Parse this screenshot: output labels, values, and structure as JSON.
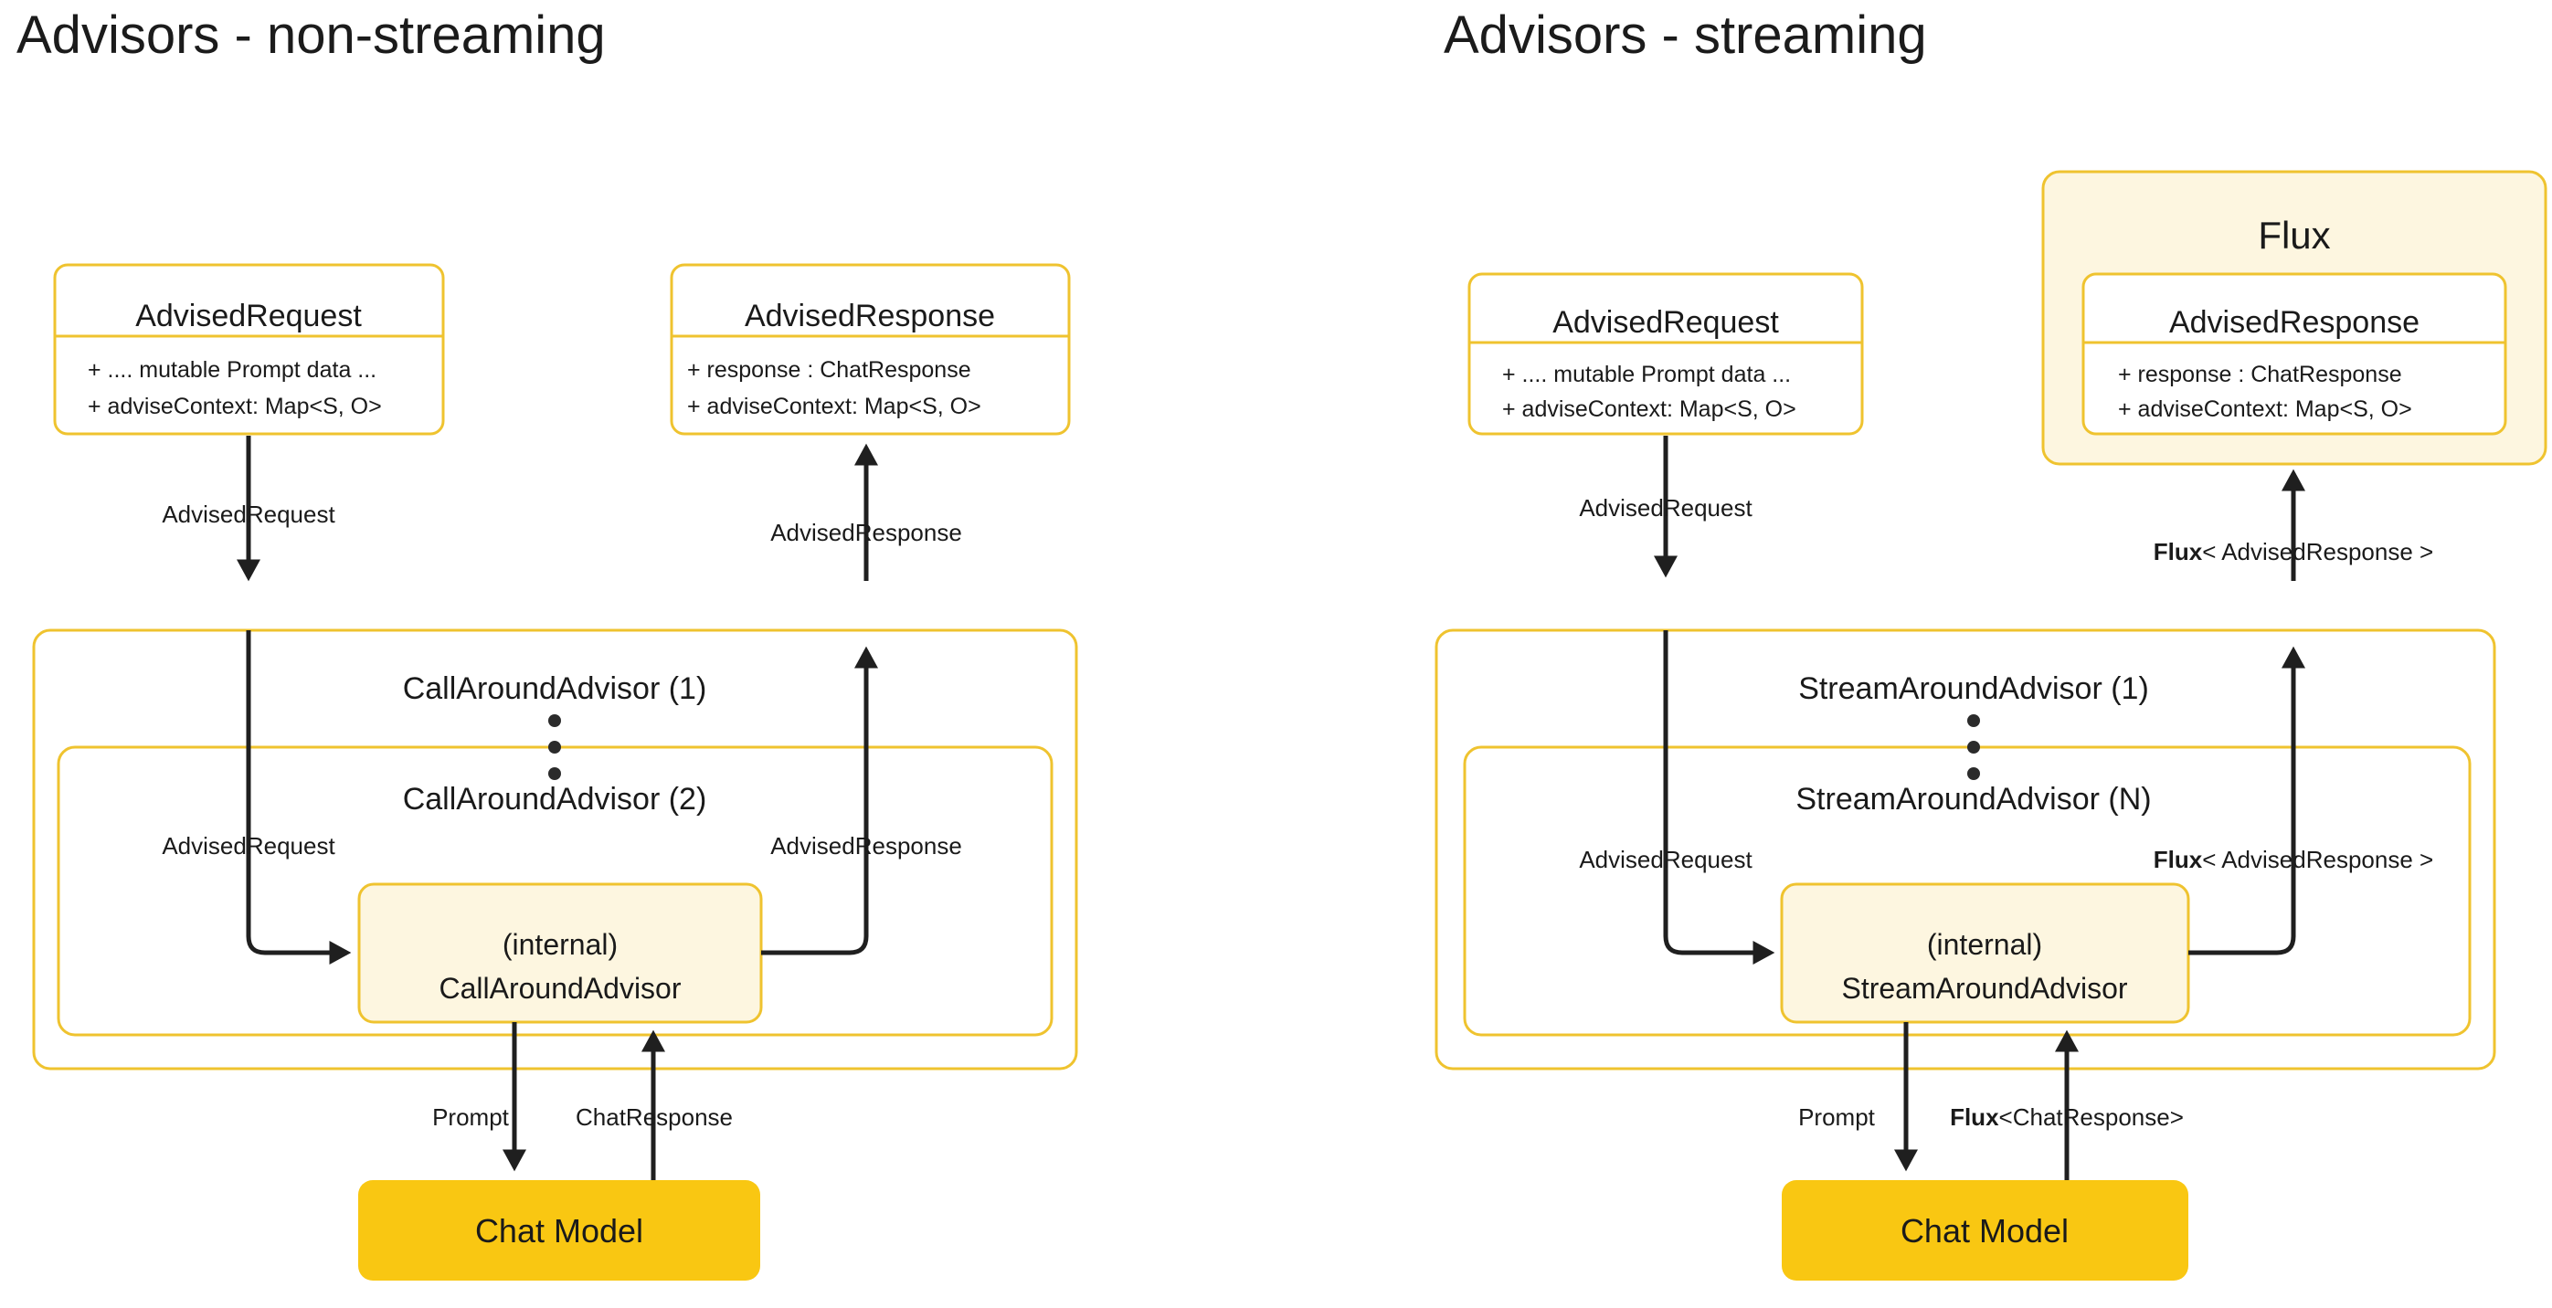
{
  "panels": [
    {
      "id": "non-streaming",
      "title": "Advisors - non-streaming",
      "request_box": {
        "title": "AdvisedRequest",
        "attrs": [
          "+ .... mutable Prompt data ...",
          "+ adviseContext: Map<S, O>"
        ]
      },
      "response_box": {
        "title": "AdvisedResponse",
        "attrs": [
          "+ response : ChatResponse",
          "+ adviseContext: Map<S, O>"
        ]
      },
      "wrapper_title": null,
      "advisor_outer_label": "CallAroundAdvisor (1)",
      "advisor_inner_label": "CallAroundAdvisor (2)",
      "internal_box": {
        "line1": "(internal)",
        "line2": "CallAroundAdvisor"
      },
      "model_box_label": "Chat Model",
      "edges": {
        "top_request": "AdvisedRequest",
        "top_response": "AdvisedResponse",
        "inner_request": "AdvisedRequest",
        "inner_response": "AdvisedResponse",
        "model_in": "Prompt",
        "model_out": "ChatResponse",
        "model_out_prefix": null,
        "top_response_prefix": null,
        "inner_response_prefix": null
      }
    },
    {
      "id": "streaming",
      "title": "Advisors - streaming",
      "request_box": {
        "title": "AdvisedRequest",
        "attrs": [
          "+ .... mutable Prompt data ...",
          "+ adviseContext: Map<S, O>"
        ]
      },
      "response_box": {
        "title": "AdvisedResponse",
        "attrs": [
          "+ response : ChatResponse",
          "+ adviseContext: Map<S, O>"
        ]
      },
      "wrapper_title": "Flux",
      "advisor_outer_label": "StreamAroundAdvisor (1)",
      "advisor_inner_label": "StreamAroundAdvisor (N)",
      "internal_box": {
        "line1": "(internal)",
        "line2": "StreamAroundAdvisor"
      },
      "model_box_label": "Chat Model",
      "edges": {
        "top_request": "AdvisedRequest",
        "top_response": "< AdvisedResponse >",
        "top_response_prefix": "Flux",
        "inner_request": "AdvisedRequest",
        "inner_response": "< AdvisedResponse >",
        "inner_response_prefix": "Flux",
        "model_in": "Prompt",
        "model_out": "<ChatResponse>",
        "model_out_prefix": "Flux"
      }
    }
  ],
  "ellipsis_glyph": "vertical-three-dots",
  "colors": {
    "border": "#efc32f",
    "cream_fill": "#fdf6e0",
    "model_fill": "#f9c712",
    "flow_stroke": "#1f1f1f",
    "text": "#1a1a1a",
    "background": "#ffffff"
  }
}
